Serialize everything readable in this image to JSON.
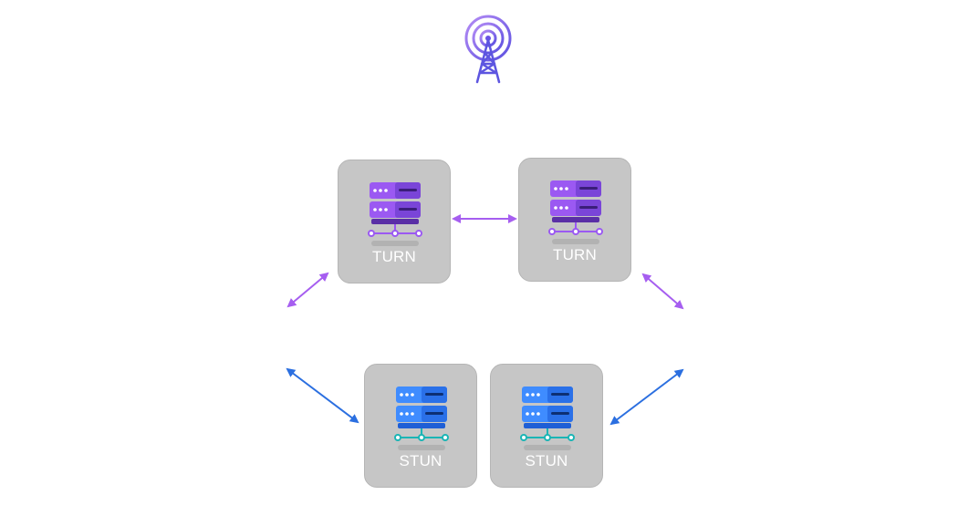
{
  "colors": {
    "turn": "#9b59f2",
    "turn_dark": "#6e3fc2",
    "stun": "#3f8cff",
    "stun_dark": "#1f5fd6",
    "stun_nodes": "#1bb5b5",
    "tower": "#7d5ce8",
    "arrow_turn": "#a65ef0",
    "arrow_stun": "#2b6fe0",
    "box": "#c6c6c6"
  },
  "icons": {
    "tower": "radio-tower-icon",
    "turn": "server-rack-icon",
    "stun": "server-rack-icon"
  },
  "servers": {
    "turn_left": {
      "label": "TURN"
    },
    "turn_right": {
      "label": "TURN"
    },
    "stun_left": {
      "label": "STUN"
    },
    "stun_right": {
      "label": "STUN"
    }
  }
}
